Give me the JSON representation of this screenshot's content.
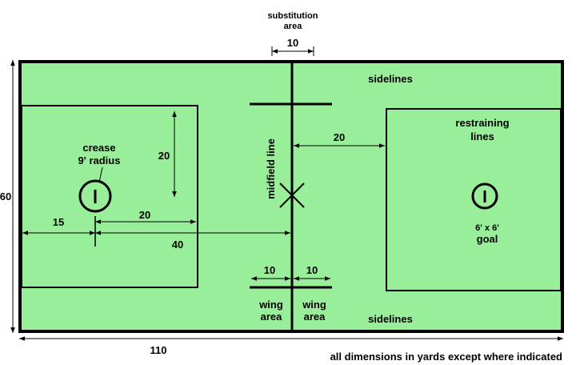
{
  "labels": {
    "substitution_line1": "substitution",
    "substitution_line2": "area",
    "substitution_width": "10",
    "sidelines_top": "sidelines",
    "sidelines_bottom": "sidelines",
    "restraining_line1": "restraining",
    "restraining_line2": "lines",
    "crease_line1": "crease",
    "crease_line2": "9' radius",
    "midfield_line": "midfield line",
    "dim_20_vertical": "20",
    "dim_20_right": "20",
    "dim_20_left": "20",
    "dim_15": "15",
    "dim_40": "40",
    "dim_60": "60",
    "dim_110": "110",
    "wing_dim_left": "10",
    "wing_dim_right": "10",
    "wing_left_line1": "wing",
    "wing_left_line2": "area",
    "wing_right_line1": "wing",
    "wing_right_line2": "area",
    "goal_line1": "6' x 6'",
    "goal_line2": "goal",
    "footnote": "all dimensions in yards except where indicated"
  },
  "colors": {
    "field": "#99ee99",
    "lines": "#000000"
  }
}
